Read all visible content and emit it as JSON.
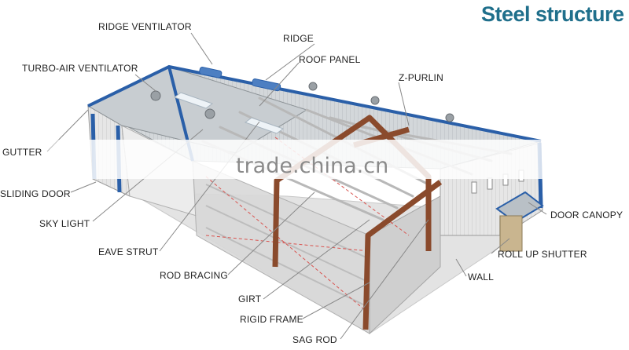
{
  "title": "Steel structure",
  "watermark": "trade.china.cn",
  "labels": {
    "ridge_ventilator": "RIDGE VENTILATOR",
    "ridge": "RIDGE",
    "roof_panel": "ROOF PANEL",
    "turbo_air_ventilator": "TURBO-AIR VENTILATOR",
    "z_purlin": "Z-PURLIN",
    "gutter": "GUTTER",
    "sliding_door": "SLIDING DOOR",
    "sky_light": "SKY LIGHT",
    "eave_strut": "EAVE STRUT",
    "rod_bracing": "ROD BRACING",
    "girt": "GIRT",
    "rigid_frame": "RIGID FRAME",
    "sag_rod": "SAG ROD",
    "door_canopy": "DOOR CANOPY",
    "roll_up_shutter": "ROLL UP SHUTTER",
    "wall": "WALL"
  },
  "colors": {
    "title": "#1f6f8b",
    "trim_blue": "#2a5fa8",
    "frame_brown": "#8a4a2c",
    "roof_gray": "#cfd4d8",
    "wall_gray": "#dcdcdc",
    "leader_line": "#888888"
  }
}
